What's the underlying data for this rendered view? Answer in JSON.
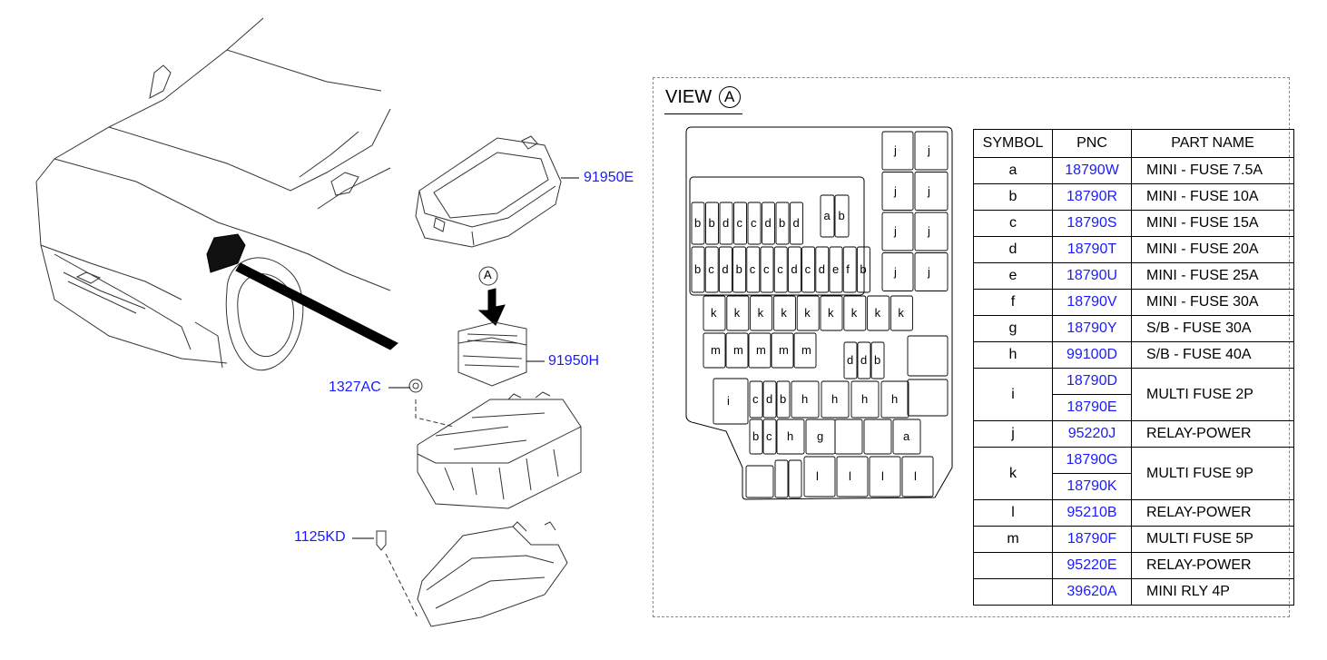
{
  "view": {
    "label": "VIEW",
    "marker": "A"
  },
  "callouts": {
    "cover": "91950E",
    "module": "91950H",
    "nut": "1327AC",
    "bolt": "1125KD",
    "arrow_marker": "A"
  },
  "table": {
    "headers": [
      "SYMBOL",
      "PNC",
      "PART NAME"
    ],
    "rows": [
      {
        "symbol": "a",
        "pnc": [
          "18790W"
        ],
        "name": "MINI - FUSE 7.5A"
      },
      {
        "symbol": "b",
        "pnc": [
          "18790R"
        ],
        "name": "MINI - FUSE 10A"
      },
      {
        "symbol": "c",
        "pnc": [
          "18790S"
        ],
        "name": "MINI - FUSE 15A"
      },
      {
        "symbol": "d",
        "pnc": [
          "18790T"
        ],
        "name": "MINI - FUSE 20A"
      },
      {
        "symbol": "e",
        "pnc": [
          "18790U"
        ],
        "name": "MINI - FUSE 25A"
      },
      {
        "symbol": "f",
        "pnc": [
          "18790V"
        ],
        "name": "MINI - FUSE 30A"
      },
      {
        "symbol": "g",
        "pnc": [
          "18790Y"
        ],
        "name": "S/B - FUSE 30A"
      },
      {
        "symbol": "h",
        "pnc": [
          "99100D"
        ],
        "name": "S/B - FUSE 40A"
      },
      {
        "symbol": "i",
        "pnc": [
          "18790D",
          "18790E"
        ],
        "name": "MULTI FUSE 2P"
      },
      {
        "symbol": "j",
        "pnc": [
          "95220J"
        ],
        "name": "RELAY-POWER"
      },
      {
        "symbol": "k",
        "pnc": [
          "18790G",
          "18790K"
        ],
        "name": "MULTI FUSE 9P"
      },
      {
        "symbol": "l",
        "pnc": [
          "95210B"
        ],
        "name": "RELAY-POWER"
      },
      {
        "symbol": "m",
        "pnc": [
          "18790F"
        ],
        "name": "MULTI FUSE 5P"
      },
      {
        "symbol": "",
        "pnc": [
          "95220E"
        ],
        "name": "RELAY-POWER"
      },
      {
        "symbol": "",
        "pnc": [
          "39620A"
        ],
        "name": "MINI RLY 4P"
      }
    ]
  },
  "fuse_box": {
    "top_row": [
      "b",
      "b",
      "d",
      "c",
      "c",
      "d",
      "b",
      "d"
    ],
    "ab_pair": [
      "a",
      "b"
    ],
    "row2": [
      "b",
      "c",
      "d",
      "b",
      "c",
      "c",
      "c",
      "d",
      "c",
      "d",
      "e",
      "f",
      "b"
    ],
    "j_cells": [
      "j",
      "j",
      "j",
      "j",
      "j",
      "j",
      "j",
      "j"
    ],
    "k_row": [
      "k",
      "k",
      "k",
      "k",
      "k",
      "k",
      "k",
      "k",
      "k"
    ],
    "m_row": [
      "m",
      "m",
      "m",
      "m",
      "m"
    ],
    "ddb": [
      "d",
      "d",
      "b"
    ],
    "i_label": "i",
    "row_cdb": [
      "c",
      "d",
      "b",
      "h",
      "h",
      "h",
      "h"
    ],
    "row_bch": [
      "b",
      "c",
      "h",
      "g",
      "a"
    ],
    "l_row": [
      "l",
      "l",
      "l",
      "l"
    ]
  },
  "colors": {
    "callout": "#1a1aff",
    "line": "#000000",
    "frame": "#888888"
  }
}
